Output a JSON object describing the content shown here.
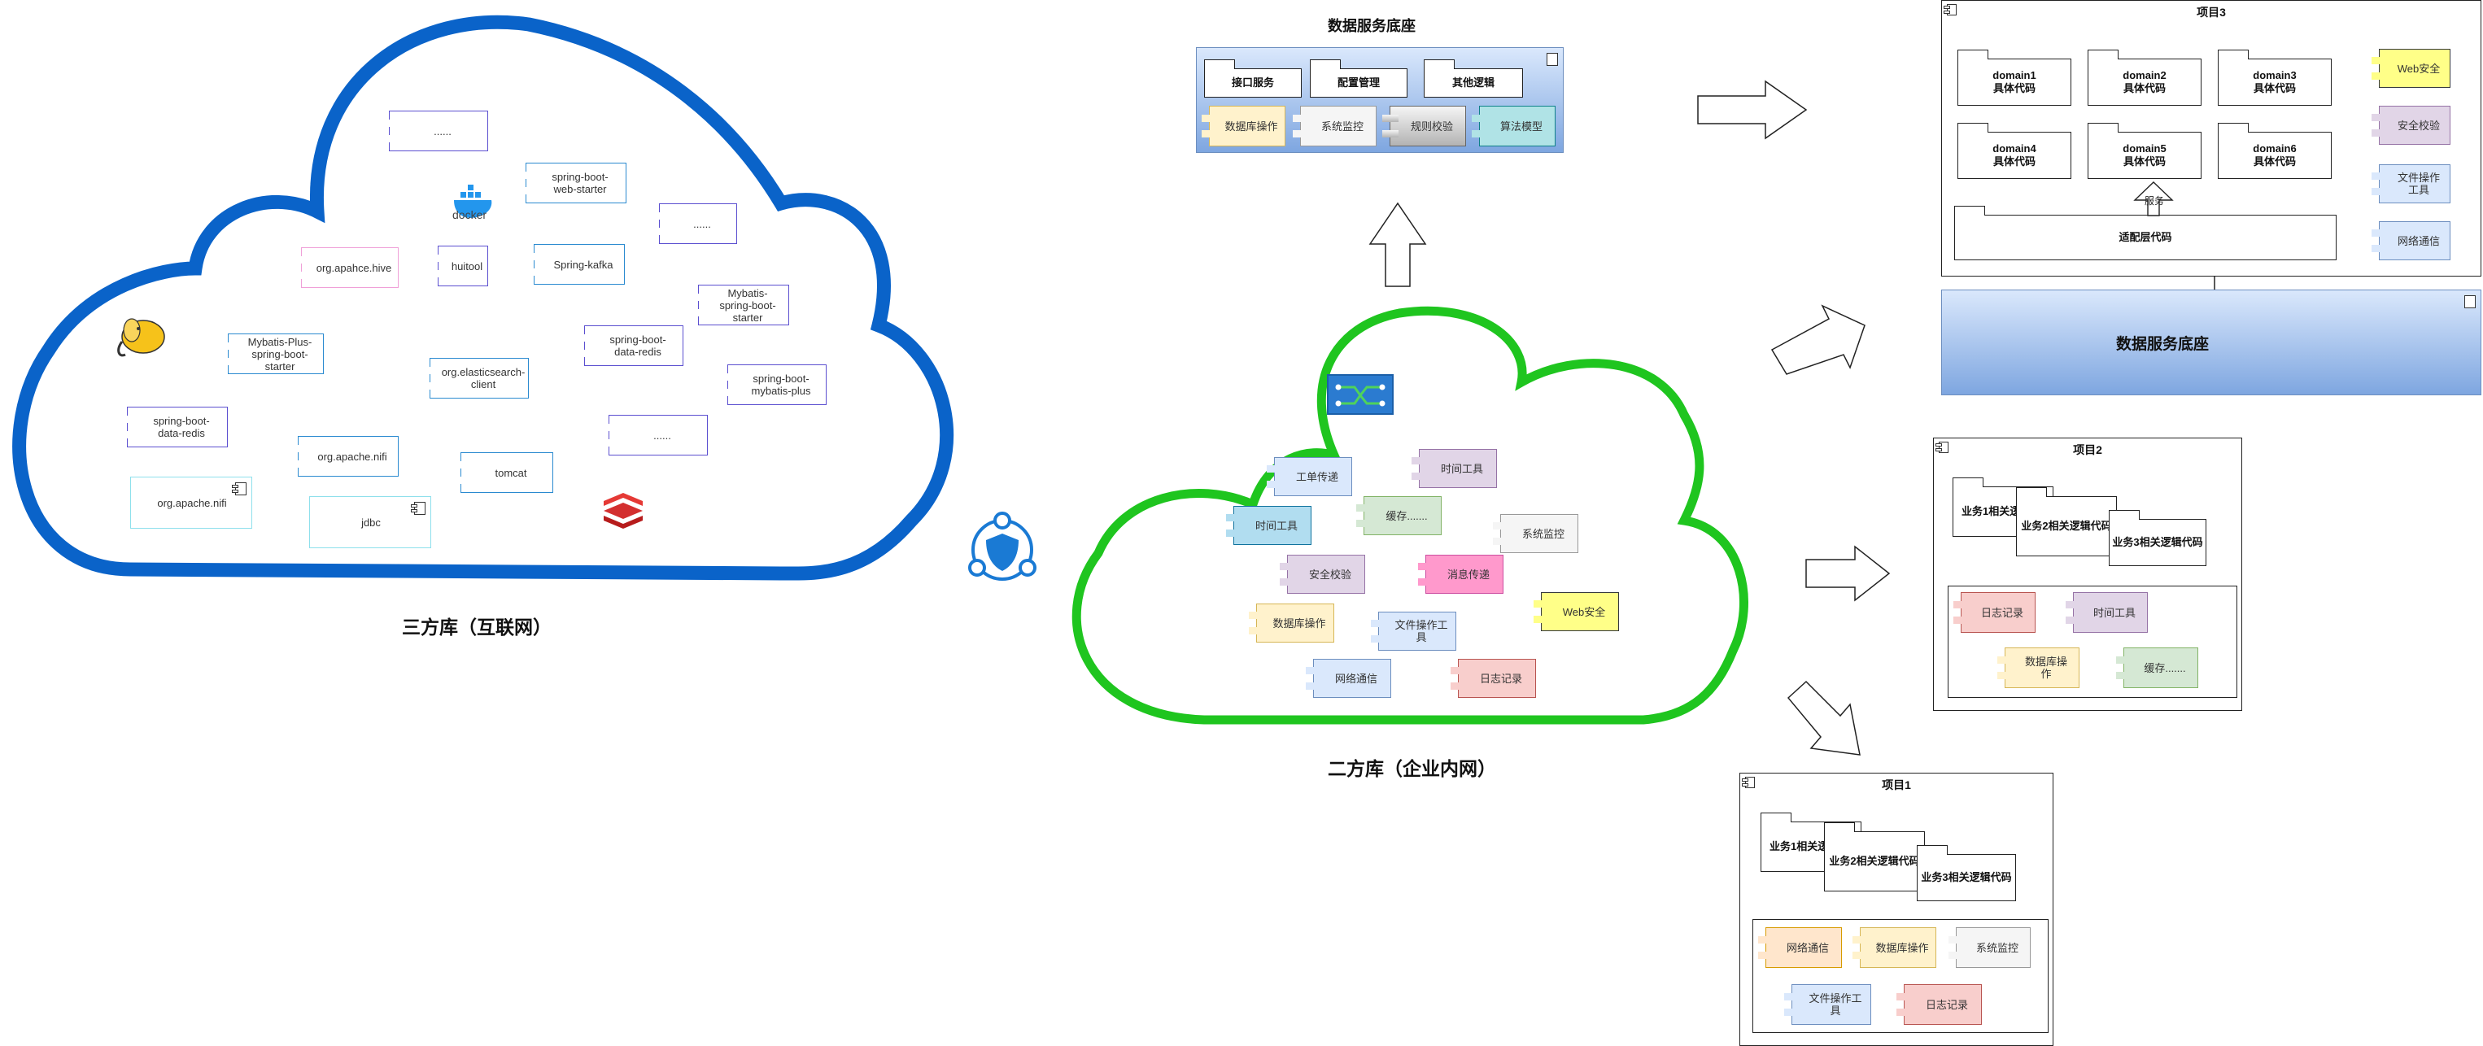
{
  "captions": {
    "third_party": "三方库（互联网）",
    "second_party": "二方库（企业内网）",
    "data_service_title": "数据服务底座",
    "data_service_base": "数据服务底座"
  },
  "third_party_components": [
    "......",
    "spring-boot-web-starter",
    "......",
    "org.apahce.hive",
    "huitool",
    "Spring-kafka",
    "Mybatis-spring-boot-starter",
    "Mybatis-Plus-spring-boot-starter",
    "spring-boot-data-redis",
    "org.elasticsearch-client",
    "spring-boot-mybatis-plus",
    "spring-boot-data-redis",
    "......",
    "org.apache.nifi",
    "tomcat",
    "org.apache.nifi",
    "jdbc"
  ],
  "logos": {
    "docker": "docker"
  },
  "second_party_components": [
    "工单传递",
    "时间工具",
    "时间工具",
    "缓存.......",
    "系统监控",
    "安全校验",
    "消息传递",
    "数据库操作",
    "文件操作工具",
    "Web安全",
    "网络通信",
    "日志记录"
  ],
  "data_service_top": {
    "packages": [
      "接口服务",
      "配置管理",
      "其他逻辑"
    ],
    "components": [
      "数据库操作",
      "系统监控",
      "规则校验",
      "算法模型"
    ]
  },
  "project3": {
    "title": "项目3",
    "domains": [
      "domain1\n具体代码",
      "domain2\n具体代码",
      "domain3\n具体代码",
      "domain4\n具体代码",
      "domain5\n具体代码",
      "domain6\n具体代码"
    ],
    "service_label": "服务",
    "adapter": "适配层代码",
    "side": [
      "Web安全",
      "安全校验",
      "文件操作工具",
      "网络通信"
    ]
  },
  "project2": {
    "title": "项目2",
    "packages": [
      "业务1相关逻辑",
      "业务2相关逻辑代码",
      "业务3相关逻辑代码"
    ],
    "components": [
      "日志记录",
      "时间工具",
      "数据库操作",
      "缓存......."
    ]
  },
  "project1": {
    "title": "项目1",
    "packages": [
      "业务1相关逻辑",
      "业务2相关逻辑代码",
      "业务3相关逻辑代码"
    ],
    "components": [
      "网络通信",
      "数据库操作",
      "系统监控",
      "文件操作工具",
      "日志记录"
    ]
  },
  "colors": {
    "blue_cloud": "#0a63c9",
    "green_cloud": "#1fc51f",
    "shield": "#1a7ad4",
    "elephant": "#f6c21a",
    "redis": "#d32f2f"
  }
}
